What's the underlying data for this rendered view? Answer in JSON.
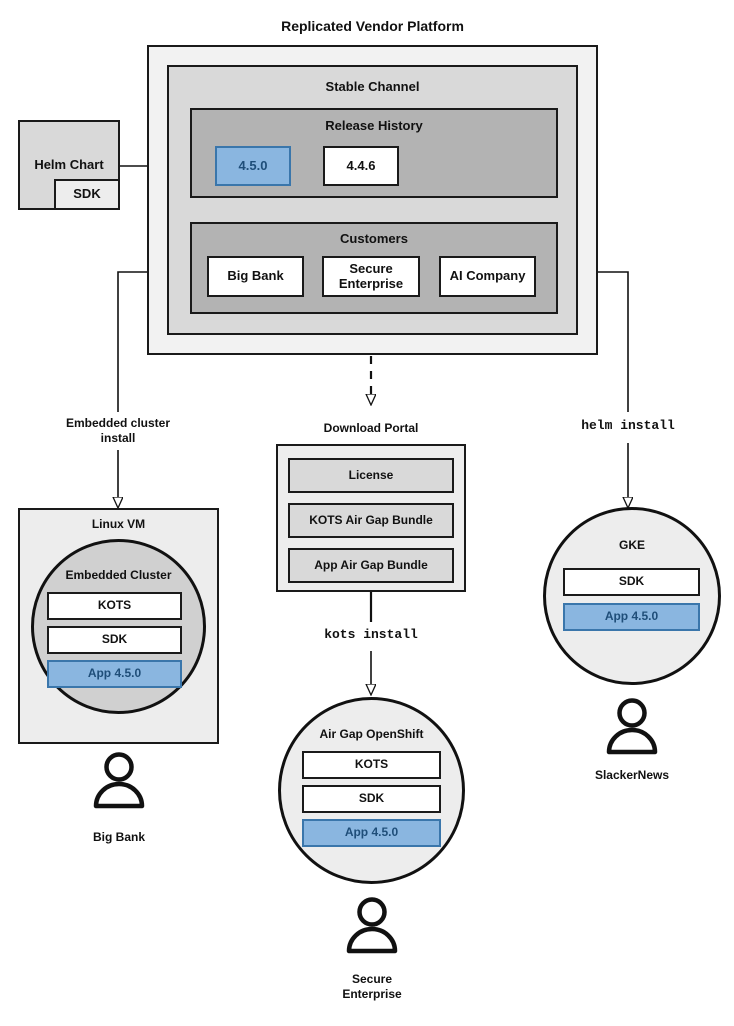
{
  "diagram": {
    "title": "Replicated Vendor Platform",
    "platform": {
      "stable_channel": {
        "label": "Stable Channel",
        "release_history": {
          "label": "Release History",
          "releases": [
            {
              "version": "4.5.0",
              "highlighted": true
            },
            {
              "version": "4.4.6",
              "highlighted": false
            }
          ]
        },
        "customers": {
          "label": "Customers",
          "items": [
            {
              "name": "Big Bank"
            },
            {
              "name": "Secure\nEnterprise",
              "line1": "Secure",
              "line2": "Enterprise"
            },
            {
              "name": "AI Company"
            }
          ]
        }
      }
    },
    "source": {
      "helm_chart": "Helm Chart",
      "sdk": "SDK"
    },
    "flows": [
      {
        "id": "embedded",
        "label_line1": "Embedded cluster",
        "label_line2": "install",
        "mono": false
      },
      {
        "id": "kots",
        "label_line1": "kots install",
        "label_line2": "",
        "mono": true
      },
      {
        "id": "helm",
        "label_line1": "helm install",
        "label_line2": "",
        "mono": true
      }
    ],
    "download_portal": {
      "label": "Download Portal",
      "artifacts": [
        "License",
        "KOTS Air Gap Bundle",
        "App Air Gap Bundle"
      ]
    },
    "targets": [
      {
        "id": "linux-vm",
        "outer_label": "Linux VM",
        "inner_label": "Embedded Cluster",
        "components": [
          {
            "label": "KOTS",
            "highlighted": false
          },
          {
            "label": "SDK",
            "highlighted": false
          },
          {
            "label": "App 4.5.0",
            "highlighted": true
          }
        ],
        "customer_line1": "Big Bank",
        "customer_line2": ""
      },
      {
        "id": "airgap-openshift",
        "outer_label": "",
        "inner_label": "Air Gap OpenShift",
        "components": [
          {
            "label": "KOTS",
            "highlighted": false
          },
          {
            "label": "SDK",
            "highlighted": false
          },
          {
            "label": "App 4.5.0",
            "highlighted": true
          }
        ],
        "customer_line1": "Secure",
        "customer_line2": "Enterprise"
      },
      {
        "id": "gke",
        "outer_label": "",
        "inner_label": "GKE",
        "components": [
          {
            "label": "SDK",
            "highlighted": false
          },
          {
            "label": "App 4.5.0",
            "highlighted": true
          }
        ],
        "customer_line1": "SlackerNews",
        "customer_line2": ""
      }
    ],
    "colors": {
      "highlight_fill": "#8ab6e0",
      "highlight_border": "#3a76ab",
      "highlight_text": "#1f4e79",
      "stroke": "#111111",
      "level1_fill": "#f2f2f2",
      "level2_fill": "#d9d9d9",
      "level3_fill": "#b3b3b3"
    }
  }
}
